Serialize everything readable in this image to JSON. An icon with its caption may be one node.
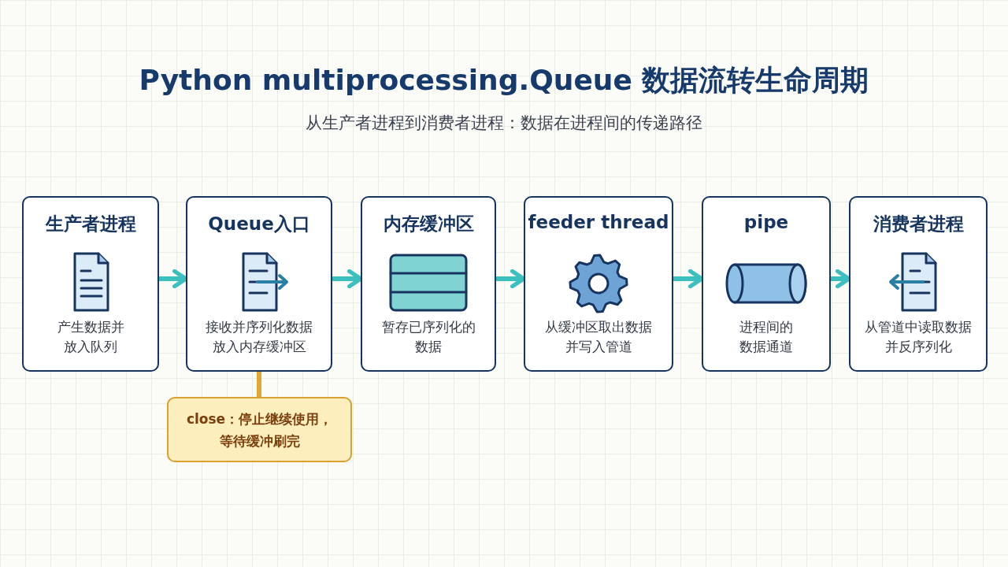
{
  "diagram": {
    "title": "Python multiprocessing.Queue 数据流转生命周期",
    "caption": "从生产者进程到消费者进程：数据在进程间的传递路径",
    "nodes": [
      {
        "text": [
          "生产者进程",
          "产生数据并放入队列"
        ]
      },
      {
        "text": [
          "Queue入口",
          "接收并序列化数据放入内存缓冲区"
        ]
      },
      {
        "text": [
          "内存缓冲区",
          "暂存已序列化的数据"
        ]
      },
      {
        "text": [
          "feeder thread",
          "从缓冲区取出数据并写入管道"
        ]
      },
      {
        "text": [
          "pipe",
          "进程间的数据通道"
        ]
      },
      {
        "text": [
          "消费者进程",
          "从管道中读取数据并反序列化"
        ]
      },
      {
        "text": [
          "close：停止继续使用，等待缓冲刷完"
        ]
      }
    ],
    "edges": [
      {
        "from": 0,
        "to": 1,
        "arrow": "to"
      },
      {
        "from": 1,
        "to": 2,
        "arrow": "to"
      },
      {
        "from": 2,
        "to": 3,
        "arrow": "to"
      },
      {
        "from": 3,
        "to": 4,
        "arrow": "to"
      },
      {
        "from": 4,
        "to": 5,
        "arrow": "to"
      },
      {
        "from": 1,
        "to": 6,
        "arrow": "none",
        "color": "#e0a82e"
      }
    ]
  }
}
